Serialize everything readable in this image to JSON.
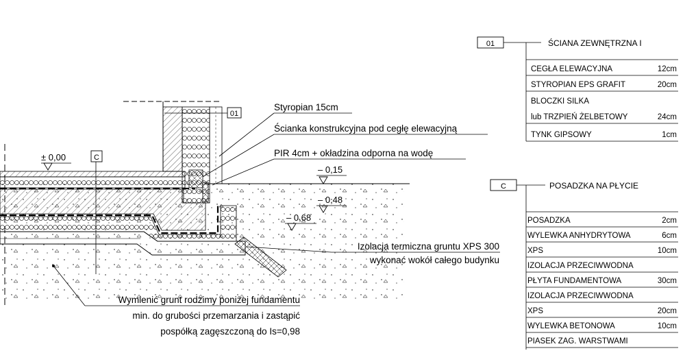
{
  "elevations": {
    "zero": "± 0,00",
    "e1": "– 0,15",
    "e2": "– 0,48",
    "e3": "– 0,68"
  },
  "tags": {
    "wall_tag": "01",
    "floor_tag": "C"
  },
  "callouts": {
    "styropian": "Styropian 15cm",
    "scianka": "Ścianka konstrukcyjna pod cegłę elewacyjną",
    "pir": "PIR 4cm + okładzina odporna na wodę",
    "xps_line1": "Izolacja termiczna gruntu XPS 300",
    "xps_line2": "wykonać wokół całego budynku",
    "grunt_line1": "Wymienić grunt rodzimy poniżej fundamentu",
    "grunt_line2": "min. do grubości przemarzania i zastąpić",
    "grunt_line3": "pospółką zagęszczoną do Is=0,98"
  },
  "wall_legend": {
    "tag": "01",
    "title": "ŚCIANA ZEWNĘTRZNA I",
    "rows": [
      {
        "name": "CEGŁA ELEWACYJNA",
        "thickness": "12cm"
      },
      {
        "name": "STYROPIAN EPS GRAFIT",
        "thickness": "20cm"
      },
      {
        "name": "BLOCZKI SILKA",
        "thickness": ""
      },
      {
        "name": "lub TRZPIEŃ ŻELBETOWY",
        "thickness": "24cm"
      },
      {
        "name": "TYNK GIPSOWY",
        "thickness": "1cm"
      }
    ]
  },
  "floor_legend": {
    "tag": "C",
    "title": "POSADZKA NA PŁYCIE",
    "rows": [
      {
        "name": "POSADZKA",
        "thickness": "2cm"
      },
      {
        "name": "WYLEWKA ANHYDRYTOWA",
        "thickness": "6cm"
      },
      {
        "name": "XPS",
        "thickness": "10cm"
      },
      {
        "name": "IZOLACJA PRZECIWWODNA",
        "thickness": ""
      },
      {
        "name": "PŁYTA FUNDAMENTOWA",
        "thickness": "30cm"
      },
      {
        "name": "IZOLACJA PRZECIWWODNA",
        "thickness": ""
      },
      {
        "name": "XPS",
        "thickness": "20cm"
      },
      {
        "name": "WYLEWKA BETONOWA",
        "thickness": "10cm"
      },
      {
        "name": "PIASEK ZAG. WARSTWAMI",
        "thickness": ""
      }
    ]
  }
}
